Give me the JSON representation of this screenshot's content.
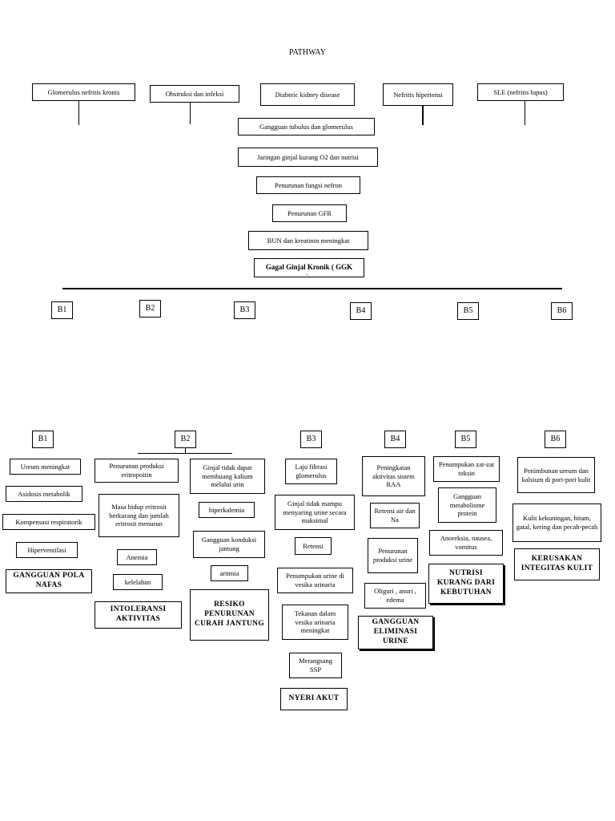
{
  "title": "PATHWAY",
  "causes": [
    "Glomerulus nefritis kronis",
    "Obstruksi dan infeksi",
    "Diabteic kidney disease",
    "Nefritis hipertensi",
    "SLE (nefritis lupus)"
  ],
  "flow": [
    "Gangguan tubulus dan glomerulus",
    "Jaringan ginjal kurang O2 dan nutrisi",
    "Penurunan fungsi nefron",
    "Penurunan GFR",
    "BUN dan kreatinin meningkat"
  ],
  "ggk": "Gagal Ginjal Kronik ( GGK",
  "ggk_tick": "`",
  "b_labels": [
    "B1",
    "B2",
    "B3",
    "B4",
    "B5",
    "B6"
  ],
  "b1": {
    "label": "B1",
    "items": [
      "Ureum meningkat",
      "Asidosis metabolik",
      "Kompensasi respiratorik",
      "Hiperventilasi"
    ],
    "dx": "GANGGUAN POLA NAFAS"
  },
  "b2": {
    "label": "B2",
    "left": [
      "Penurunan produksi eritropoitin",
      "Masa hidup eritrosit berkurang dan jumlah eritrosit menurun",
      "Anemia",
      "kelelahan"
    ],
    "left_dx": "INTOLERANSI AKTIVITAS",
    "right": [
      "Ginjal tidak dapat membuang kalium melalui urin",
      "hiperkalemia",
      "Gangguan konduksi jantung",
      "aritmia"
    ],
    "right_dx": "RESIKO PENURUNAN CURAH JANTUNG"
  },
  "b3": {
    "label": "B3",
    "items": [
      "Laju filtrasi glomerulus",
      "Ginjal tidak mampu menyaring urine secara maksimal",
      "Retensi",
      "Penumpukan urine di vesika urinaria",
      "Tekanan dalam vesika urinaria meningkat",
      "Merangsang SSP"
    ],
    "dx": "NYERI AKUT"
  },
  "b4": {
    "label": "B4",
    "items": [
      "Peningkatan aktivitas sistem RAA",
      "Retensi air dan Na",
      "Penurunan produksi urine",
      "Oliguri , anuri , edema"
    ],
    "dx": "GANGGUAN ELIMINASI URINE"
  },
  "b5": {
    "label": "B5",
    "items": [
      "Penumpukan zat-zat toksin",
      "Gangguan metabolisme protein",
      "Anoreksia, nausea, vomitus"
    ],
    "dx": "NUTRISI KURANG DARI KEBUTUHAN"
  },
  "b6": {
    "label": "B6",
    "items": [
      "Penimbunan ureum dan kalsium di pori-pori kulit",
      "Kulit kekuningan, hitam, gatal, kering dan pecah-pecah"
    ],
    "dx": "KERUSAKAN INTEGITAS KULIT"
  }
}
